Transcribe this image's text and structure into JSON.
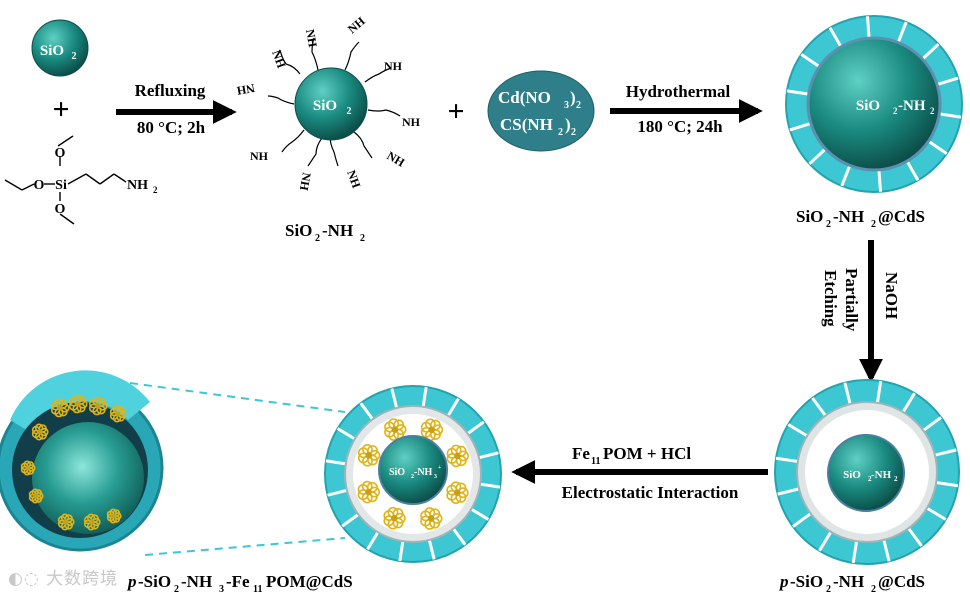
{
  "sio2_label": "SiO",
  "sub_2": "2",
  "sub_11": "11",
  "plus_sign": "+",
  "amine_group": "NH",
  "amine_label": "NH",
  "aptes_o": "O",
  "aptes_si": "Si",
  "step1": {
    "top": "Refluxing",
    "bottom": "80 °C; 2h"
  },
  "product1": {
    "a": "SiO",
    "b": "-NH"
  },
  "precursor": {
    "line1_a": "Cd(NO",
    "line1_b": ")",
    "line2_a": "CS(NH",
    "line2_b": ")"
  },
  "step2": {
    "top": "Hydrothermal",
    "bottom": "180 °C; 24h"
  },
  "core_label": {
    "a": "SiO",
    "b": "-NH"
  },
  "product2": {
    "a": "SiO",
    "b": "-NH",
    "c": "@CdS"
  },
  "step3": {
    "line1": "NaOH",
    "line2": "Partially",
    "line3": "Etching"
  },
  "product3": {
    "prefix": "p",
    "a": "-SiO",
    "b": "-NH",
    "c": "@CdS"
  },
  "step4": {
    "top_a": "Fe",
    "top_b": "POM + HCl",
    "bottom": "Electrostatic Interaction"
  },
  "core3_label": {
    "a": "SiO",
    "b": "-NH",
    "sup": "+"
  },
  "product4": {
    "prefix": "p",
    "a": "-SiO",
    "b": "-NH",
    "c": "-Fe",
    "d": "POM@CdS"
  },
  "colors": {
    "teal": "#1a8a80",
    "shell": "#3cc7d2",
    "pom": "#e0b419",
    "ellipse": "#2f7f8a"
  },
  "watermark": "大数跨境"
}
